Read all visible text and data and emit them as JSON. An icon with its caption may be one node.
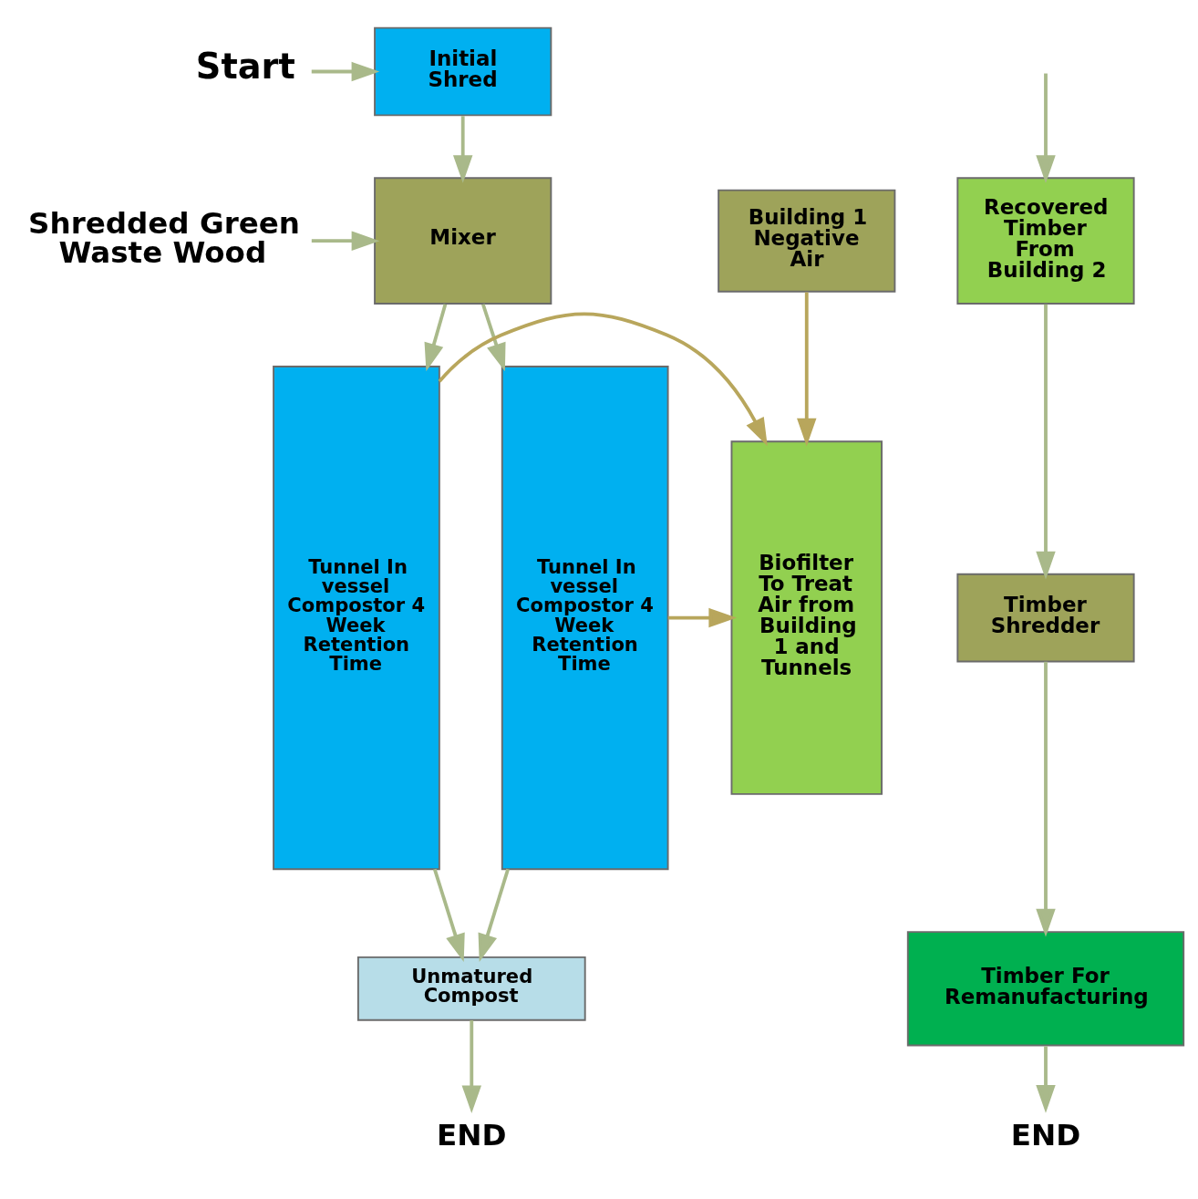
{
  "diagram": {
    "nodes": [
      {
        "text": [
          "Initial Shred"
        ]
      },
      {
        "text": [
          "Start"
        ]
      },
      {
        "text": [
          "Mixer"
        ]
      },
      {
        "text": [
          "Shredded Green Waste Wood"
        ]
      },
      {
        "text": [
          "Building 1 Negative Air"
        ]
      },
      {
        "text": [
          "Tunnel In vessel Compostor 4 Week Retention Time"
        ]
      },
      {
        "text": [
          "Tunnel In vessel Compostor 4 Week Retention Time"
        ]
      },
      {
        "text": [
          "Biofilter To Treat Air from Building 1 and Tunnels"
        ]
      },
      {
        "text": [
          "Unmatured Compost"
        ]
      },
      {
        "text": [
          "END"
        ]
      },
      {
        "text": [
          "Recovered Timber From Building 2"
        ]
      },
      {
        "text": [
          "Timber Shredder"
        ]
      },
      {
        "text": [
          "Timber For Remanufacturing"
        ]
      },
      {
        "text": [
          "END"
        ]
      }
    ],
    "edges": [
      {
        "from": 1,
        "to": 0,
        "arrow": "to"
      },
      {
        "from": 0,
        "to": 2,
        "arrow": "to"
      },
      {
        "from": 3,
        "to": 2,
        "arrow": "to"
      },
      {
        "from": 2,
        "to": 5,
        "arrow": "to"
      },
      {
        "from": 2,
        "to": 6,
        "arrow": "to"
      },
      {
        "from": 4,
        "to": 7,
        "arrow": "to",
        "color": "#b8a65c"
      },
      {
        "from": 5,
        "to": 7,
        "arrow": "to",
        "color": "#b8a65c"
      },
      {
        "from": 6,
        "to": 7,
        "arrow": "to",
        "color": "#b8a65c"
      },
      {
        "from": 5,
        "to": 8,
        "arrow": "to"
      },
      {
        "from": 6,
        "to": 8,
        "arrow": "to"
      },
      {
        "from": 8,
        "to": 9,
        "arrow": "to"
      },
      {
        "from": null,
        "to": 10,
        "arrow": "to"
      },
      {
        "from": 10,
        "to": 11,
        "arrow": "to"
      },
      {
        "from": 11,
        "to": 12,
        "arrow": "to"
      },
      {
        "from": 12,
        "to": 13,
        "arrow": "to"
      }
    ]
  }
}
